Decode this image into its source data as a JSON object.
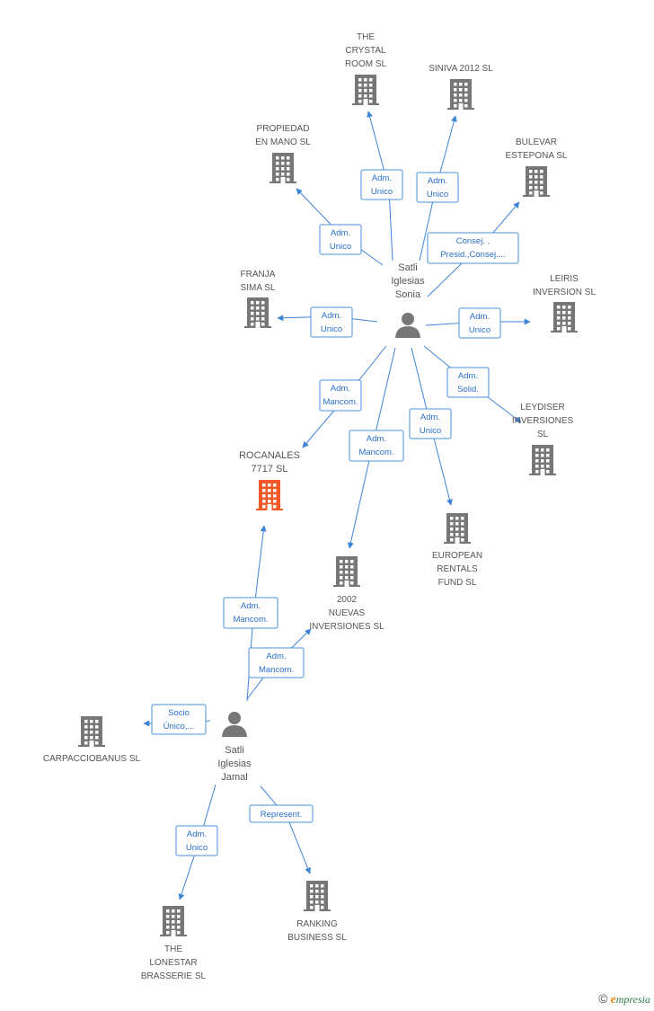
{
  "colors": {
    "building": "#777777",
    "building_highlight": "#f05a28",
    "person": "#777777",
    "edge": "#3f84d6",
    "label": "#555555",
    "rel_text": "#2a6fc9"
  },
  "nodes": [
    {
      "id": "crystal",
      "type": "company",
      "lines": [
        "THE",
        "CRYSTAL",
        "ROOM SL"
      ]
    },
    {
      "id": "siniva",
      "type": "company",
      "lines": [
        "SINIVA 2012  SL"
      ]
    },
    {
      "id": "propiedad",
      "type": "company",
      "lines": [
        "PROPIEDAD",
        "EN MANO SL"
      ]
    },
    {
      "id": "bulevar",
      "type": "company",
      "lines": [
        "BULEVAR",
        "ESTEPONA  SL"
      ]
    },
    {
      "id": "franja",
      "type": "company",
      "lines": [
        "FRANJA",
        "SIMA SL"
      ]
    },
    {
      "id": "leiris",
      "type": "company",
      "lines": [
        "LEIRIS",
        "INVERSION SL"
      ]
    },
    {
      "id": "leydiser",
      "type": "company",
      "lines": [
        "LEYDISER",
        "INVERSIONES",
        "SL"
      ]
    },
    {
      "id": "rocanales",
      "type": "company",
      "highlight": true,
      "lines": [
        "ROCANALES",
        "7717 SL"
      ]
    },
    {
      "id": "european",
      "type": "company",
      "lines": [
        "EUROPEAN",
        "RENTALS",
        "FUND  SL"
      ]
    },
    {
      "id": "nuevas",
      "type": "company",
      "lines": [
        "2002",
        "NUEVAS",
        "INVERSIONES SL"
      ]
    },
    {
      "id": "carpaccio",
      "type": "company",
      "lines": [
        "CARPACCIOBANUS SL"
      ]
    },
    {
      "id": "lonestar",
      "type": "company",
      "lines": [
        "THE",
        "LONESTAR",
        "BRASSERIE SL"
      ]
    },
    {
      "id": "ranking",
      "type": "company",
      "lines": [
        "RANKING",
        "BUSINESS SL"
      ]
    },
    {
      "id": "sonia",
      "type": "person",
      "lines": [
        "Satli",
        "Iglesias",
        "Sonia"
      ]
    },
    {
      "id": "jamal",
      "type": "person",
      "lines": [
        "Satli",
        "Iglesias",
        "Jamal"
      ]
    }
  ],
  "relations": [
    {
      "from": "sonia",
      "to": "crystal",
      "lines": [
        "Adm.",
        "Unico"
      ]
    },
    {
      "from": "sonia",
      "to": "siniva",
      "lines": [
        "Adm.",
        "Unico"
      ]
    },
    {
      "from": "sonia",
      "to": "propiedad",
      "lines": [
        "Adm.",
        "Unico"
      ]
    },
    {
      "from": "sonia",
      "to": "bulevar",
      "lines": [
        "Consej. ,",
        "Presid.,Consej...."
      ]
    },
    {
      "from": "sonia",
      "to": "franja",
      "lines": [
        "Adm.",
        "Unico"
      ]
    },
    {
      "from": "sonia",
      "to": "leiris",
      "lines": [
        "Adm.",
        "Unico"
      ]
    },
    {
      "from": "sonia",
      "to": "leydiser",
      "lines": [
        "Adm.",
        "Solid."
      ]
    },
    {
      "from": "sonia",
      "to": "rocanales",
      "lines": [
        "Adm.",
        "Mancom."
      ]
    },
    {
      "from": "sonia",
      "to": "nuevas",
      "lines": [
        "Adm.",
        "Mancom."
      ]
    },
    {
      "from": "sonia",
      "to": "european",
      "lines": [
        "Adm.",
        "Unico"
      ]
    },
    {
      "from": "jamal",
      "to": "rocanales",
      "lines": [
        "Adm.",
        "Mancom."
      ]
    },
    {
      "from": "jamal",
      "to": "nuevas",
      "lines": [
        "Adm.",
        "Mancom."
      ]
    },
    {
      "from": "jamal",
      "to": "carpaccio",
      "lines": [
        "Socio",
        "Único,..."
      ]
    },
    {
      "from": "jamal",
      "to": "lonestar",
      "lines": [
        "Adm.",
        "Unico"
      ]
    },
    {
      "from": "jamal",
      "to": "ranking",
      "lines": [
        "Represent."
      ]
    }
  ],
  "brand": {
    "copyright": "©",
    "initial": "e",
    "name": "mpresia"
  }
}
